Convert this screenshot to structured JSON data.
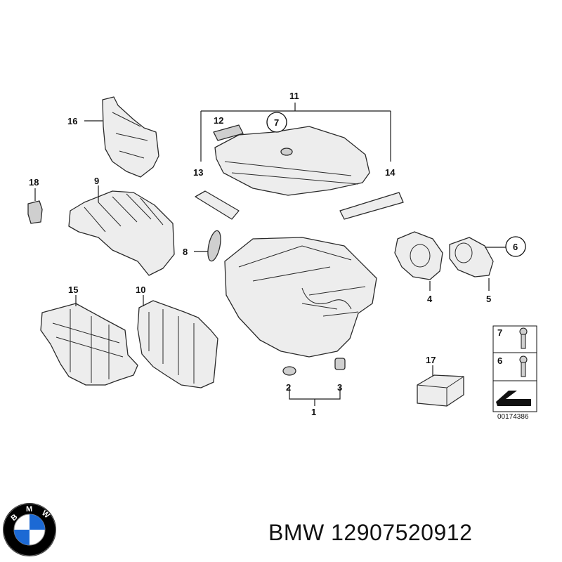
{
  "callouts": {
    "c1": "1",
    "c2": "2",
    "c3": "3",
    "c4": "4",
    "c5": "5",
    "c6": "6",
    "c7": "7",
    "c8": "8",
    "c9": "9",
    "c10": "10",
    "c11": "11",
    "c12": "12",
    "c13": "13",
    "c14": "14",
    "c15": "15",
    "c16": "16",
    "c17": "17",
    "c18": "18"
  },
  "legend": {
    "item_a": "7",
    "item_b": "6"
  },
  "diagram_id": "00174386",
  "caption": "BMW 12907520912",
  "logo": {
    "text": "BMW",
    "colors": {
      "blue": "#1c69d4",
      "white": "#ffffff",
      "ring": "#000000"
    }
  }
}
